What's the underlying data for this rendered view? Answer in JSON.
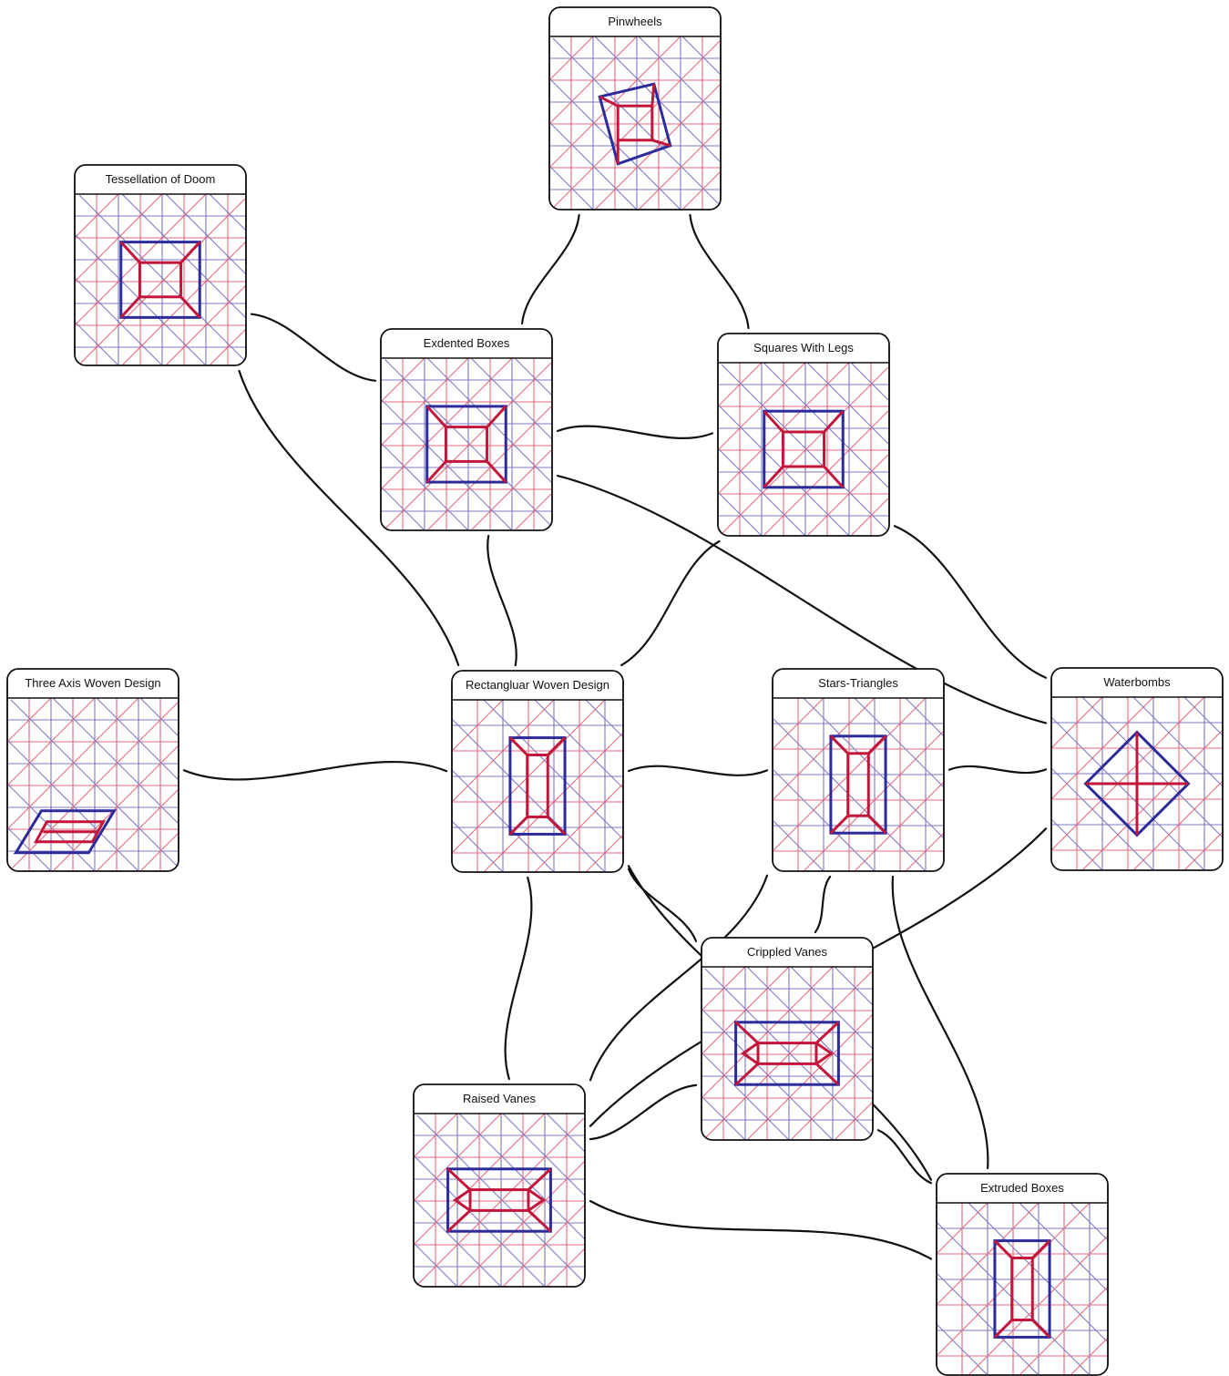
{
  "colors": {
    "mountain": "#e46a7c",
    "valley": "#7c79c6",
    "highlight_blue": "#2b2b9c",
    "highlight_red": "#c3163a",
    "connector": "#111111"
  },
  "nodes": [
    {
      "id": "pinwheels",
      "title": "Pinwheels",
      "pattern": "pinwheel"
    },
    {
      "id": "tessellation-of-doom",
      "title": "Tessellation of Doom",
      "pattern": "box"
    },
    {
      "id": "exdented-boxes",
      "title": "Exdented Boxes",
      "pattern": "box"
    },
    {
      "id": "squares-with-legs",
      "title": "Squares With Legs",
      "pattern": "box"
    },
    {
      "id": "three-axis-woven-design",
      "title": "Three Axis Woven Design",
      "pattern": "parallelogram"
    },
    {
      "id": "rectangular-woven-design",
      "title": "Rectangluar Woven Design",
      "pattern": "tall-box"
    },
    {
      "id": "stars-triangles",
      "title": "Stars-Triangles",
      "pattern": "tall-box"
    },
    {
      "id": "waterbombs",
      "title": "Waterbombs",
      "pattern": "diamond"
    },
    {
      "id": "crippled-vanes",
      "title": "Crippled Vanes",
      "pattern": "vane"
    },
    {
      "id": "raised-vanes",
      "title": "Raised Vanes",
      "pattern": "vane"
    },
    {
      "id": "extruded-boxes",
      "title": "Extruded Boxes",
      "pattern": "tall-box"
    }
  ],
  "edges": [
    [
      "pinwheels",
      "exdented-boxes"
    ],
    [
      "pinwheels",
      "squares-with-legs"
    ],
    [
      "tessellation-of-doom",
      "exdented-boxes"
    ],
    [
      "tessellation-of-doom",
      "rectangular-woven-design"
    ],
    [
      "exdented-boxes",
      "squares-with-legs"
    ],
    [
      "exdented-boxes",
      "rectangular-woven-design"
    ],
    [
      "exdented-boxes",
      "waterbombs"
    ],
    [
      "squares-with-legs",
      "rectangular-woven-design"
    ],
    [
      "squares-with-legs",
      "waterbombs"
    ],
    [
      "three-axis-woven-design",
      "rectangular-woven-design"
    ],
    [
      "rectangular-woven-design",
      "stars-triangles"
    ],
    [
      "rectangular-woven-design",
      "crippled-vanes"
    ],
    [
      "rectangular-woven-design",
      "raised-vanes"
    ],
    [
      "rectangular-woven-design",
      "extruded-boxes"
    ],
    [
      "stars-triangles",
      "waterbombs"
    ],
    [
      "stars-triangles",
      "crippled-vanes"
    ],
    [
      "stars-triangles",
      "raised-vanes"
    ],
    [
      "stars-triangles",
      "extruded-boxes"
    ],
    [
      "waterbombs",
      "raised-vanes"
    ],
    [
      "crippled-vanes",
      "raised-vanes"
    ],
    [
      "crippled-vanes",
      "extruded-boxes"
    ],
    [
      "raised-vanes",
      "extruded-boxes"
    ]
  ]
}
